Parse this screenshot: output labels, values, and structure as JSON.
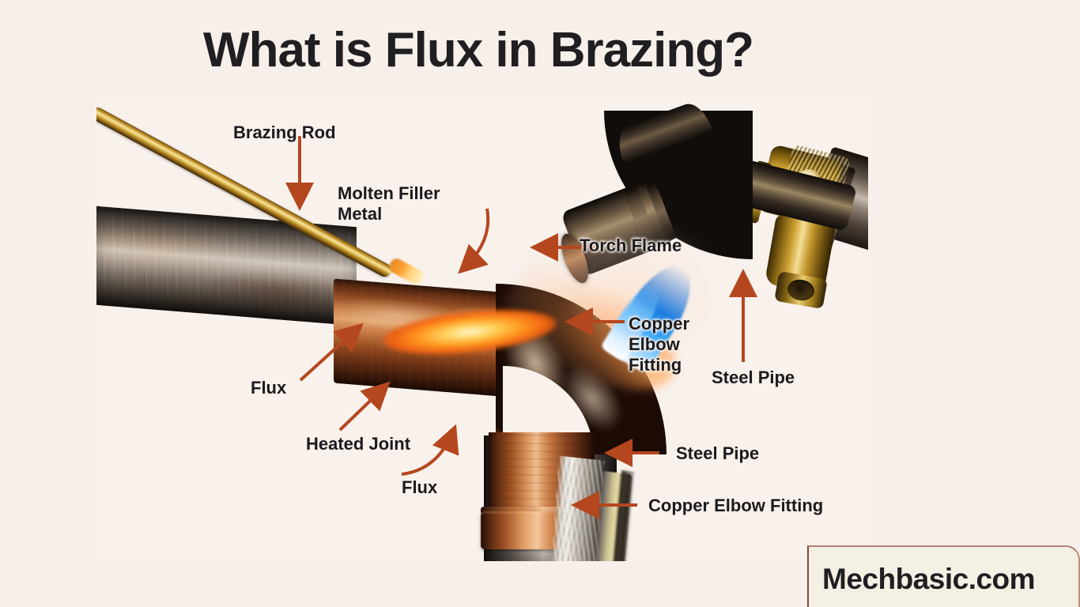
{
  "page": {
    "title": "What is Flux in Brazing?",
    "background_color": "#f7efea",
    "panel_color": "#f8f1ec",
    "arrow_color": "#b5471f",
    "text_color": "#1c1a1d"
  },
  "watermark": {
    "text": "Mechbasic.com",
    "border_color": "#b08070",
    "box_color": "#f4f0e4"
  },
  "labels": [
    {
      "id": "brazing-rod",
      "text": "Brazing Rod"
    },
    {
      "id": "molten-filler-metal",
      "text": "Molten Filler\nMetal"
    },
    {
      "id": "torch-flame",
      "text": "Torch Flame"
    },
    {
      "id": "copper-elbow-fitting",
      "text": "Copper\nElbow\nFitting"
    },
    {
      "id": "steel-pipe-top",
      "text": "Steel Pipe"
    },
    {
      "id": "flux-upper",
      "text": "Flux"
    },
    {
      "id": "heated-joint",
      "text": "Heated Joint"
    },
    {
      "id": "flux-lower",
      "text": "Flux"
    },
    {
      "id": "steel-pipe-bottom",
      "text": "Steel Pipe"
    },
    {
      "id": "copper-elbow-bottom",
      "text": "Copper Elbow Fitting"
    }
  ],
  "illustration": {
    "alt": "Cutaway illustration of a brazing operation: a gas torch heating a copper elbow fitting joined to steel pipes, with flux paste and a brass brazing rod melting into the heated joint."
  }
}
